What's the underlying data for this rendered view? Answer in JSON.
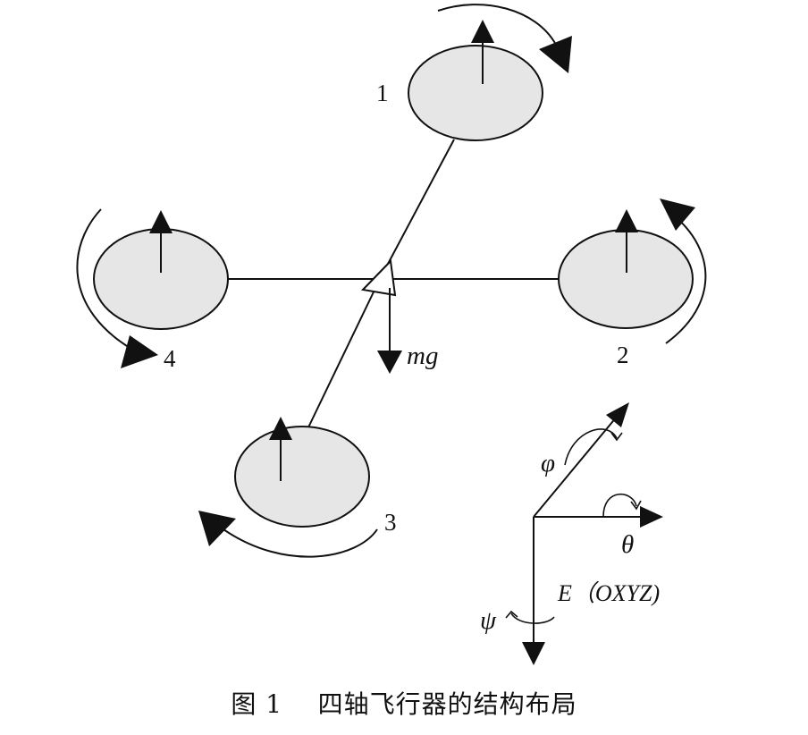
{
  "rotors": [
    {
      "label": "1"
    },
    {
      "label": "2"
    },
    {
      "label": "3"
    },
    {
      "label": "4"
    }
  ],
  "gravity_label": "mg",
  "frame": {
    "phi": "φ",
    "theta": "θ",
    "psi": "ψ",
    "label": "E（OXYZ)"
  },
  "caption": {
    "fig": "图 1",
    "title": "四轴飞行器的结构布局"
  },
  "colors": {
    "rotor_fill": "#e6e6e6",
    "ink": "#111111"
  }
}
